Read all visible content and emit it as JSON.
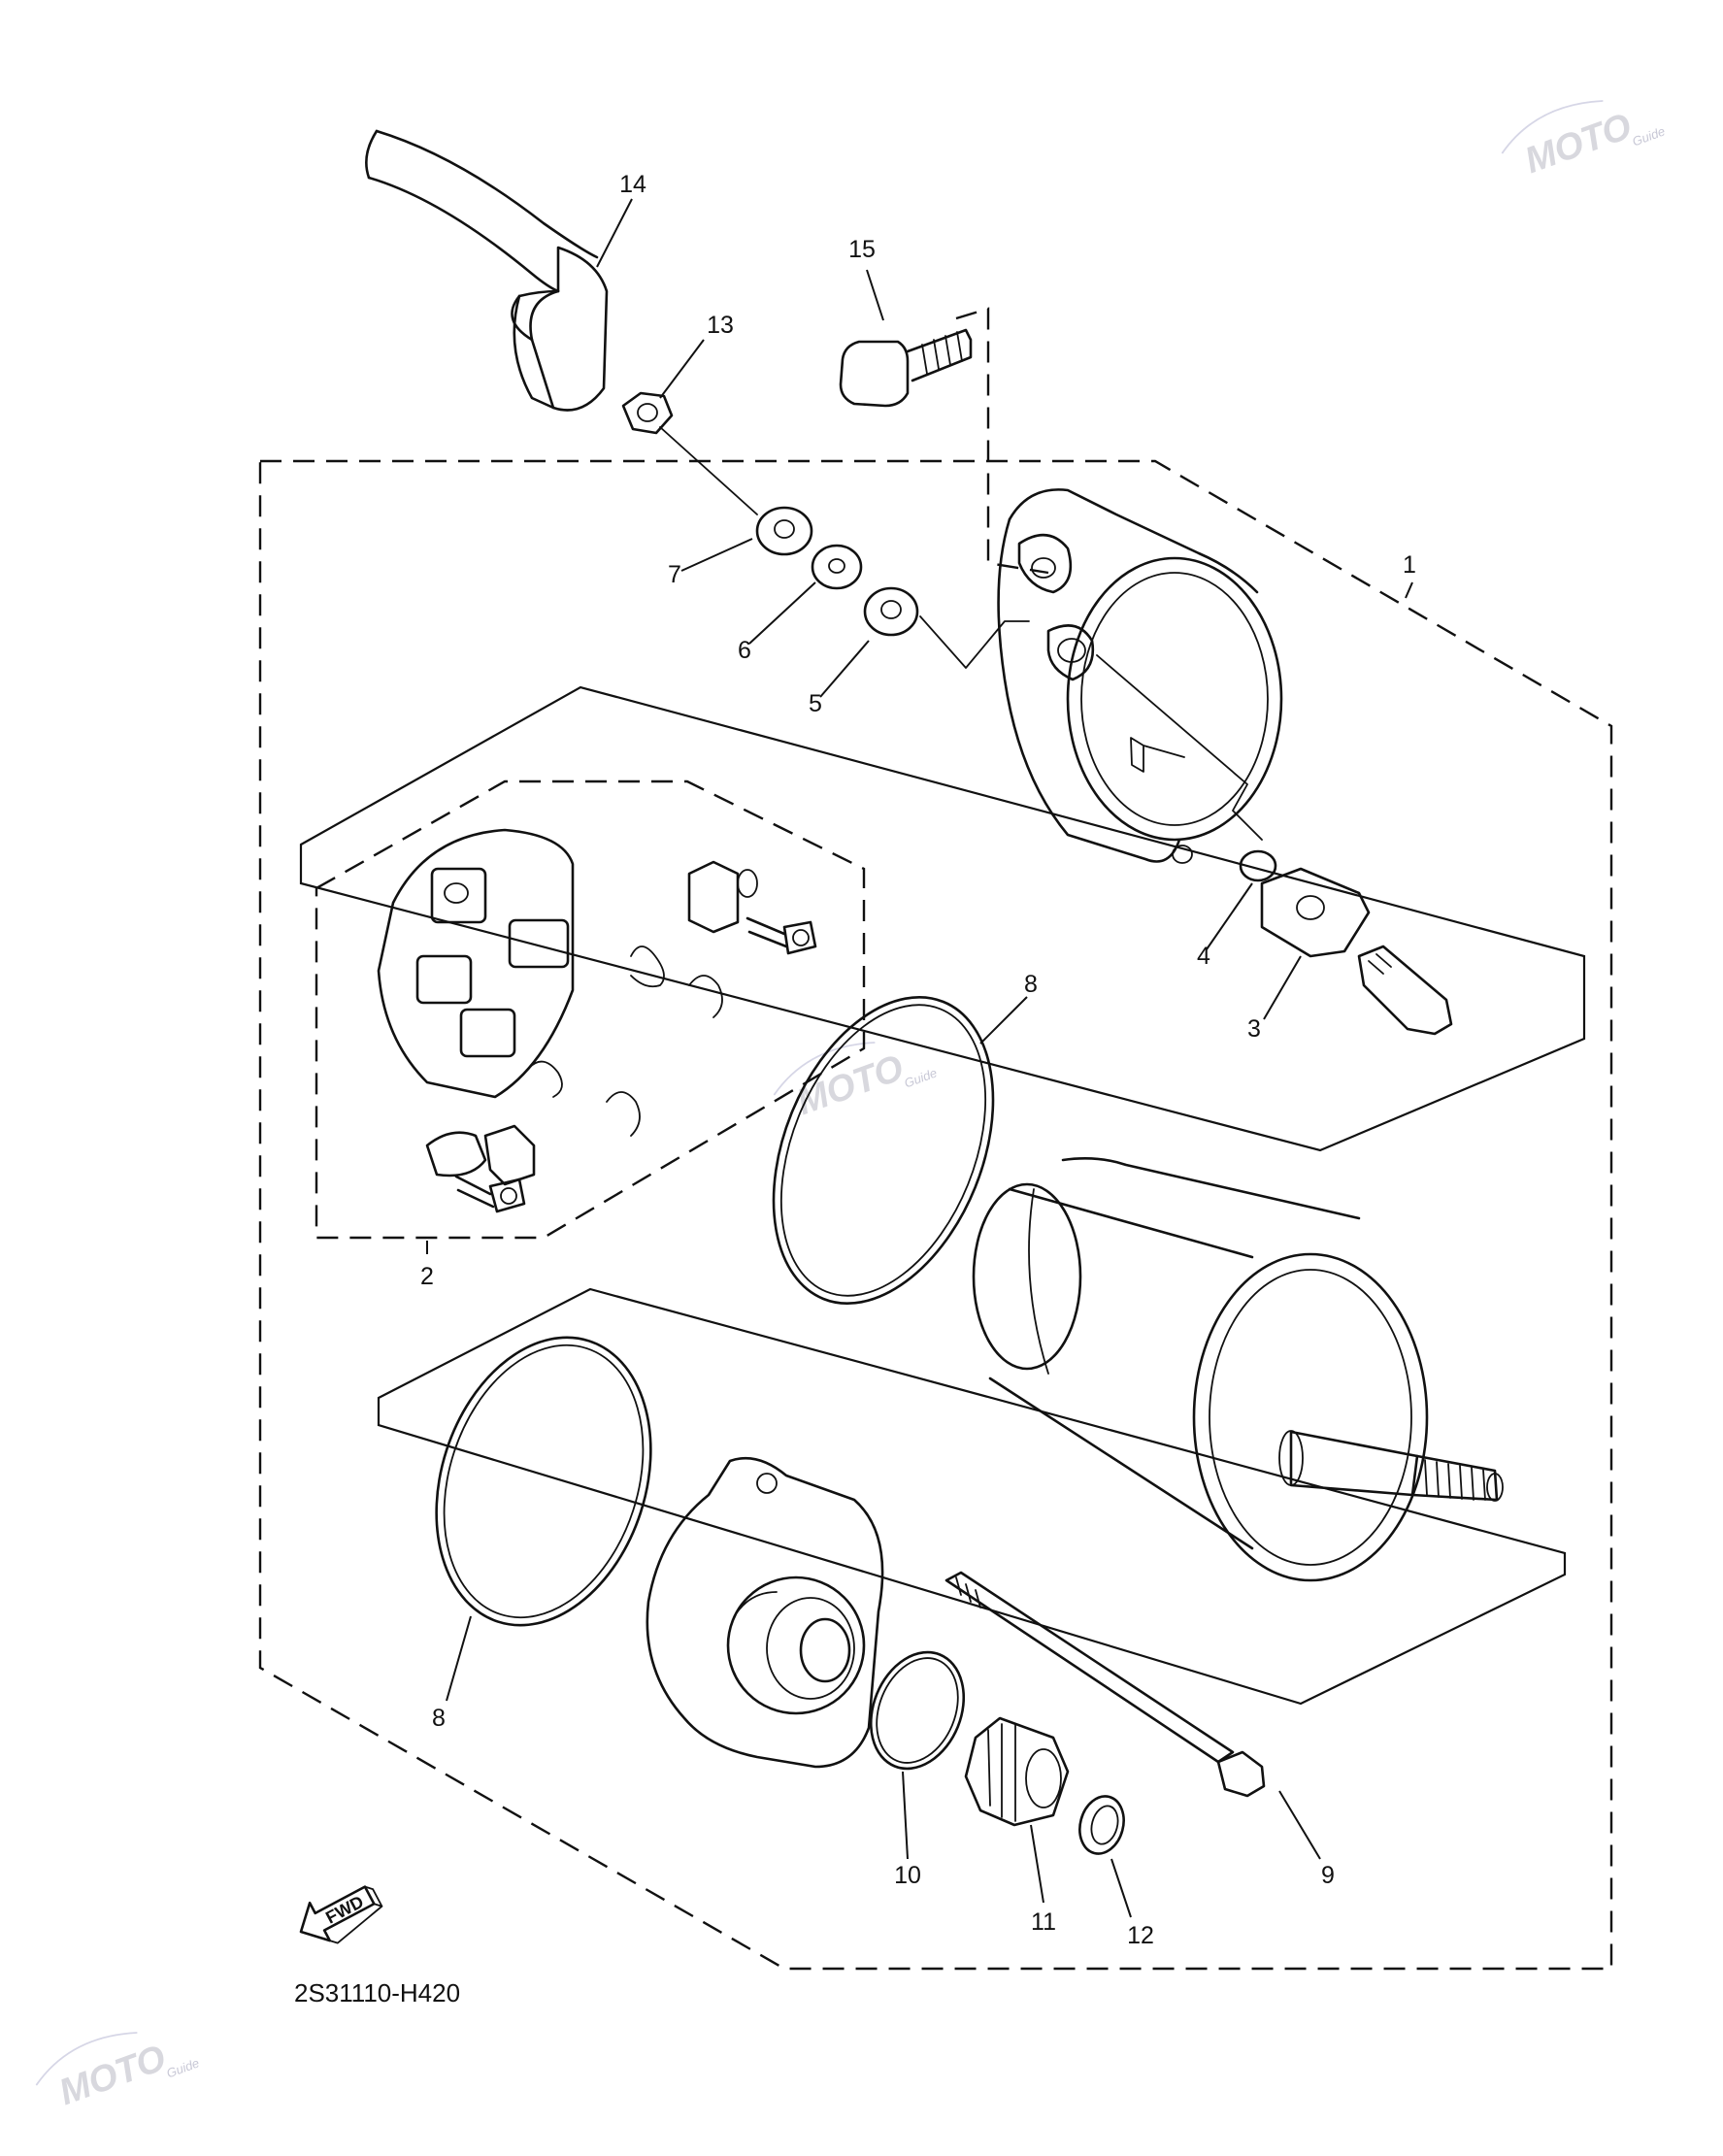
{
  "drawing_code": "2S31110-H420",
  "fwd_label": "FWD",
  "watermark": {
    "brand": "MOTO",
    "sub": "Guide"
  },
  "callouts": [
    {
      "id": "1",
      "label": "1"
    },
    {
      "id": "2",
      "label": "2"
    },
    {
      "id": "3",
      "label": "3"
    },
    {
      "id": "4",
      "label": "4"
    },
    {
      "id": "5",
      "label": "5"
    },
    {
      "id": "6",
      "label": "6"
    },
    {
      "id": "7",
      "label": "7"
    },
    {
      "id": "8a",
      "label": "8"
    },
    {
      "id": "8b",
      "label": "8"
    },
    {
      "id": "9",
      "label": "9"
    },
    {
      "id": "10",
      "label": "10"
    },
    {
      "id": "11",
      "label": "11"
    },
    {
      "id": "12",
      "label": "12"
    },
    {
      "id": "13",
      "label": "13"
    },
    {
      "id": "14",
      "label": "14"
    },
    {
      "id": "15",
      "label": "15"
    }
  ]
}
